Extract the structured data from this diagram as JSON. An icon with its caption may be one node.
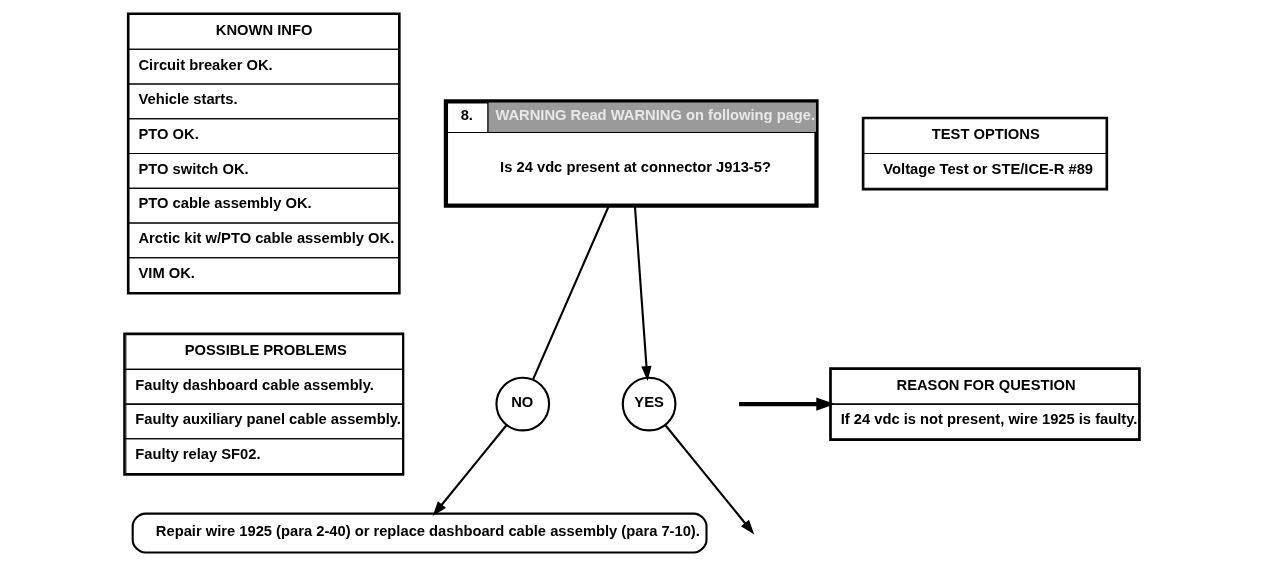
{
  "diagram": {
    "nodes": [
      {
        "text": [
          "KNOWN INFO",
          "Circuit breaker OK.",
          "Vehicle starts.",
          "PTO OK.",
          "PTO switch OK.",
          "PTO cable assembly OK.",
          "Arctic kit w/PTO cable assembly OK.",
          "VIM OK."
        ]
      },
      {
        "text": [
          "POSSIBLE PROBLEMS",
          "Faulty dashboard cable assembly.",
          "Faulty auxiliary panel cable assembly.",
          "Faulty relay SF02."
        ]
      },
      {
        "text": [
          "8.",
          "WARNING Read WARNING on following page.",
          "Is 24 vdc present at connector J913-5?"
        ]
      },
      {
        "text": [
          "TEST OPTIONS",
          "Voltage Test or STE/ICE-R #89"
        ]
      },
      {
        "text": [
          "REASON FOR QUESTION",
          "If 24 vdc is not present, wire 1925 is faulty."
        ]
      },
      {
        "text": [
          "NO"
        ]
      },
      {
        "text": [
          "YES"
        ]
      },
      {
        "text": [
          "Repair wire 1925 (para 2-40) or replace dashboard cable assembly (para 7-10)."
        ]
      }
    ],
    "edges": [
      {
        "from": null,
        "to": 4,
        "arrow": "to",
        "style": "thick"
      },
      {
        "from": 2,
        "to": 5,
        "arrow": "none"
      },
      {
        "from": 5,
        "to": 7,
        "arrow": "to"
      },
      {
        "from": 2,
        "to": 6,
        "arrow": "to"
      },
      {
        "from": 6,
        "to": null,
        "arrow": "to"
      }
    ]
  }
}
